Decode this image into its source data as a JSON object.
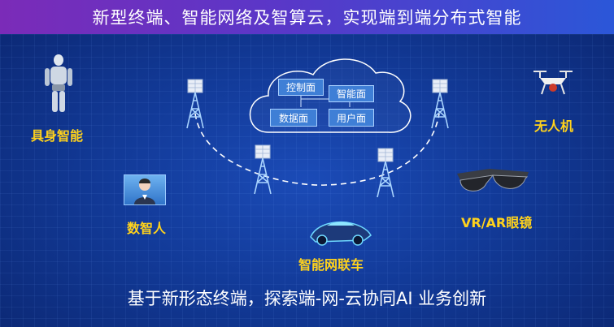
{
  "title": "新型终端、智能网络及智算云，实现端到端分布式智能",
  "cloud": {
    "boxes": [
      "控制面",
      "智能面",
      "数据面",
      "用户面"
    ]
  },
  "terminals": {
    "embodied": "具身智能",
    "drone": "无人机",
    "digital_human": "数智人",
    "vrar": "VR/AR眼镜",
    "car": "智能网联车"
  },
  "footer": "基于新形态终端，探索端-网-云协同AI 业务创新",
  "colors": {
    "label": "#ffd21c",
    "banner_left": "#7b2bb8",
    "banner_right": "#2b57d8",
    "background": "#123a98"
  }
}
